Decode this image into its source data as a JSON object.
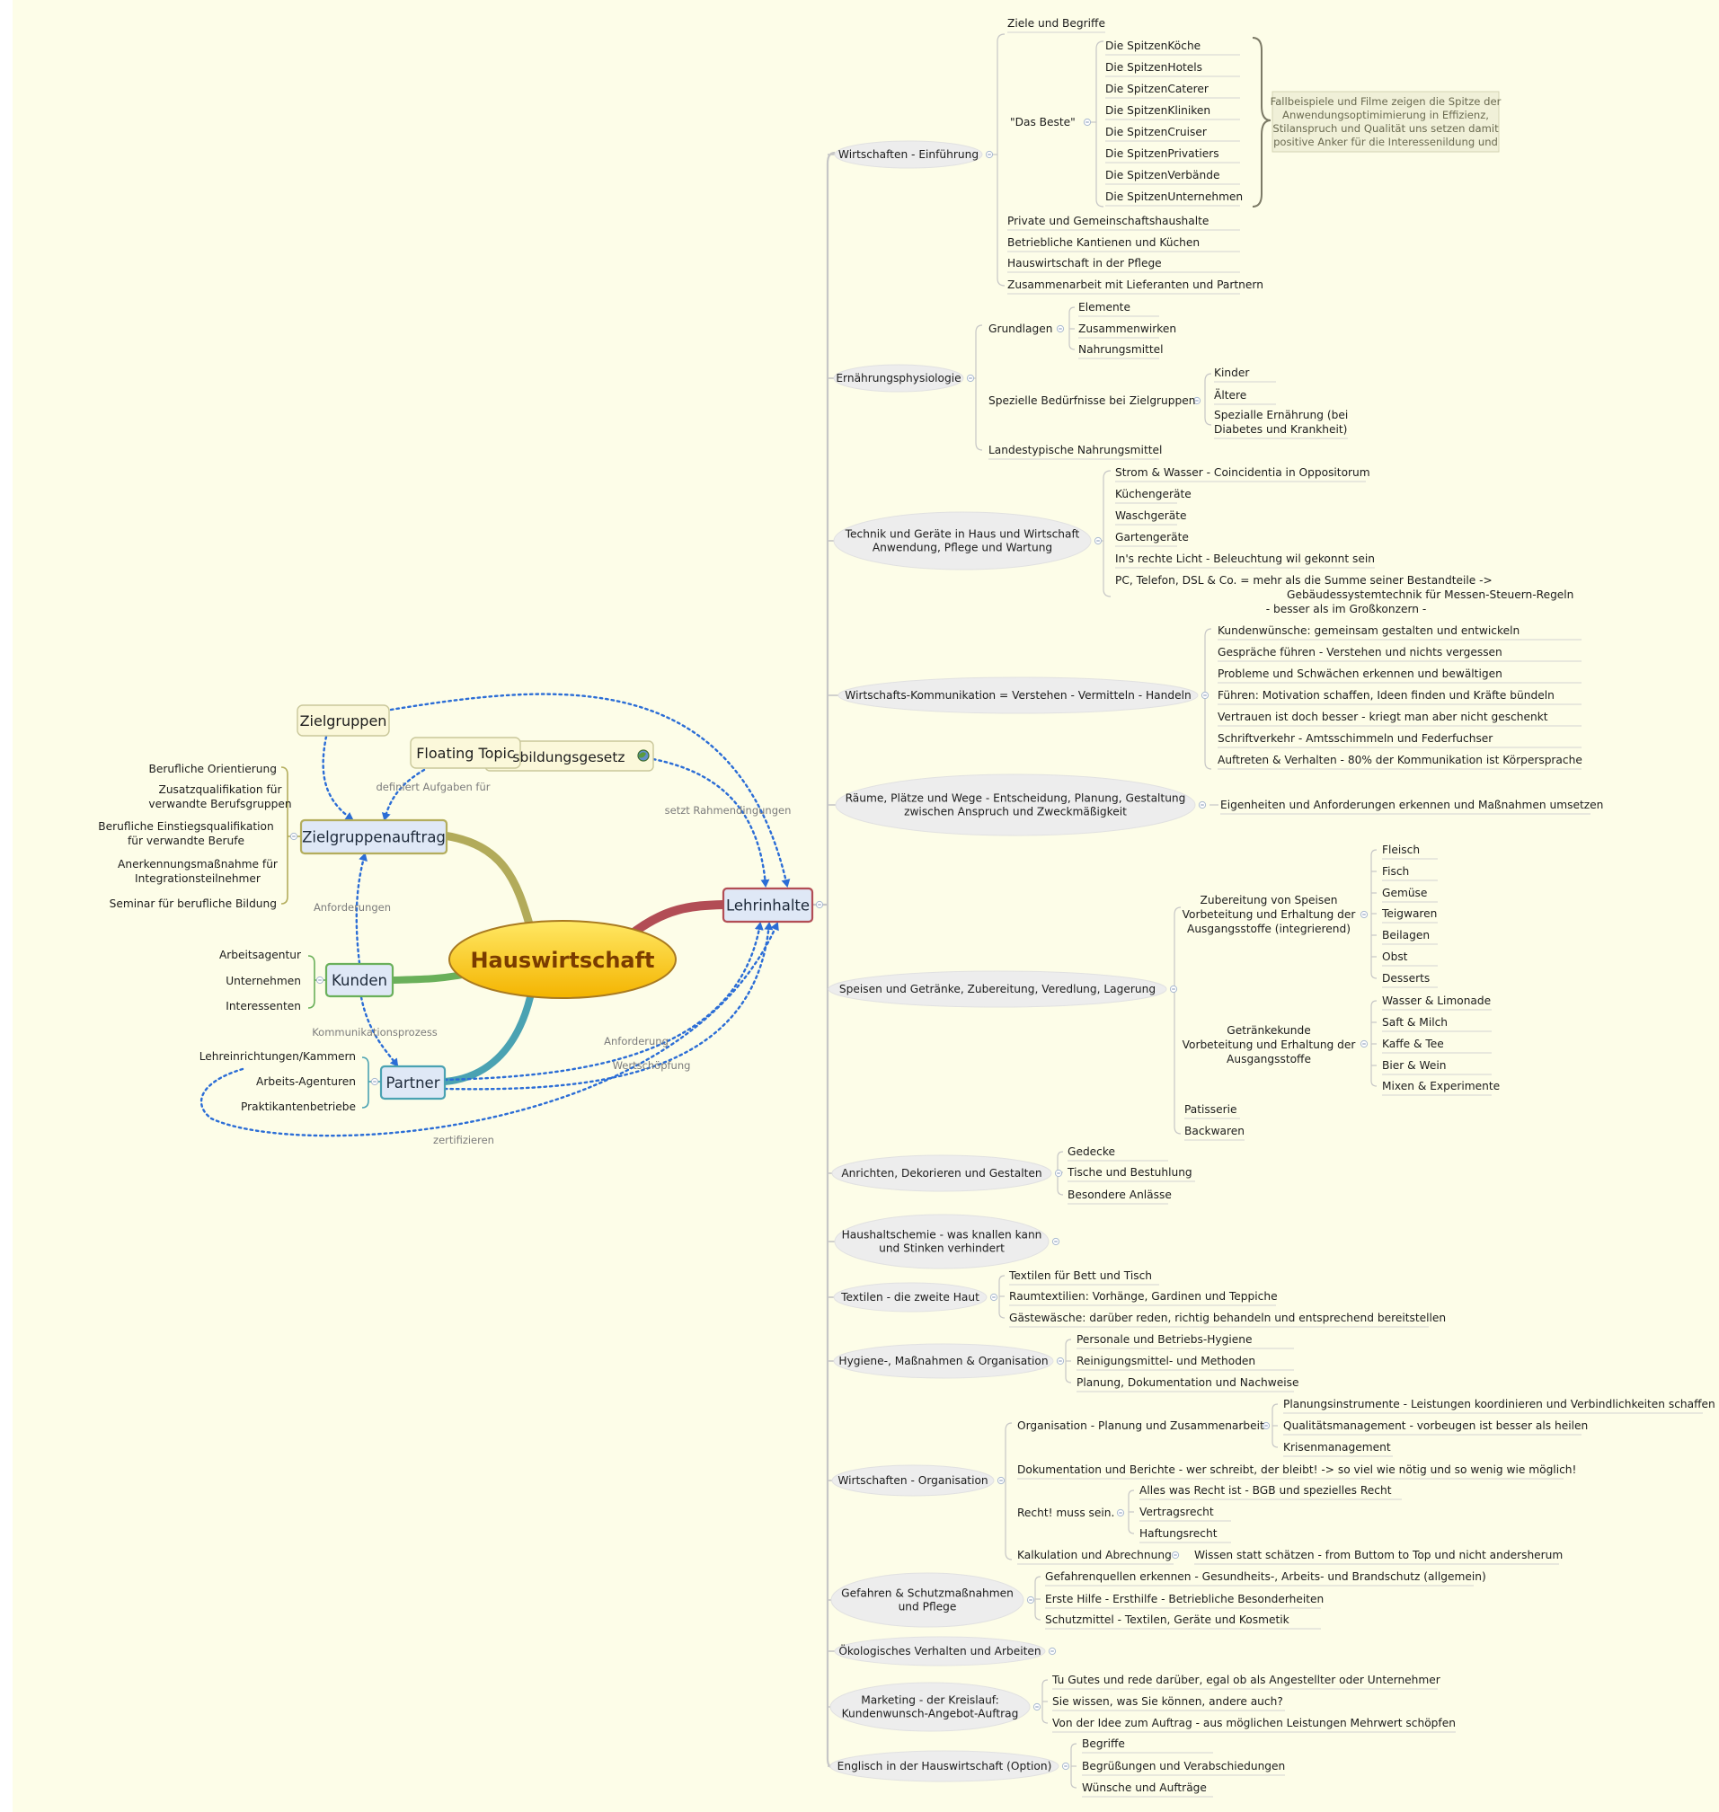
{
  "colors": {
    "background": "#fdfde8",
    "branch_line": "#c6c6c6",
    "topic_fill": "#ededed",
    "dotted_relation": "#2b6dd6",
    "central_fill_top": "#ffe14d",
    "central_fill_bottom": "#f5b800",
    "central_text": "#7a3c00",
    "lehrinhalte_border": "#b04a52",
    "zielgruppen_border": "#b3ad5c",
    "kunden_border": "#6ab05a",
    "partner_border": "#4aa2b2"
  },
  "central": {
    "label": "Hauswirtschaft"
  },
  "main_topics": {
    "lehrinhalte": "Lehrinhalte",
    "zielgruppenauftrag": "Zielgruppenauftrag",
    "kunden": "Kunden",
    "partner": "Partner"
  },
  "floating": {
    "zielgruppen": "Zielgruppen",
    "floating_topic": "Floating Topic",
    "bildungsgesetz": "sbildungsgesetz",
    "bildungsgesetz_icon": "globe-icon"
  },
  "relations": {
    "definiert": "definiert Aufgaben für",
    "setzt": "setzt Rahmendingungen",
    "anforderungen_left": "Anforderungen",
    "kommunikation": "Kommunikationsprozess",
    "anforderung_right": "Anforderung",
    "wertschoepfung": "Wertschöpfung",
    "zertifizieren": "zertifizieren"
  },
  "zielgruppenauftrag_items": [
    [
      "Berufliche Orientierung"
    ],
    [
      "Zusatzqualifikation für",
      "verwandte Berufsgruppen"
    ],
    [
      "Berufliche Einstiegsqualifikation",
      "für verwandte Berufe"
    ],
    [
      "Anerkennungsmaßnahme für",
      "Integrationsteilnehmer"
    ],
    [
      "Seminar für berufliche Bildung"
    ]
  ],
  "kunden_items": [
    "Arbeitsagentur",
    "Unternehmen",
    "Interessenten"
  ],
  "partner_items": [
    "Lehreinrichtungen/Kammern",
    "Arbeits-Agenturen",
    "Praktikantenbetriebe"
  ],
  "lehrinhalte_topics": [
    {
      "label": [
        "Wirtschaften - Einführung"
      ]
    },
    {
      "label": [
        "Ernährungsphysiologie"
      ]
    },
    {
      "label": [
        "Technik und Geräte in Haus und Wirtschaft",
        "Anwendung, Pflege und Wartung"
      ]
    },
    {
      "label": [
        "Wirtschafts-Kommunikation = Verstehen - Vermitteln - Handeln"
      ]
    },
    {
      "label": [
        "Räume, Plätze und Wege - Entscheidung, Planung, Gestaltung",
        "zwischen Anspruch und Zweckmäßigkeit"
      ]
    },
    {
      "label": [
        "Speisen und Getränke, Zubereitung, Veredlung, Lagerung"
      ]
    },
    {
      "label": [
        "Anrichten, Dekorieren und Gestalten"
      ]
    },
    {
      "label": [
        "Haushaltschemie - was knallen kann",
        "und Stinken verhindert"
      ]
    },
    {
      "label": [
        "Textilen - die zweite Haut"
      ]
    },
    {
      "label": [
        "Hygiene-, Maßnahmen & Organisation"
      ]
    },
    {
      "label": [
        "Wirtschaften - Organisation"
      ]
    },
    {
      "label": [
        "Gefahren & Schutzmaßnahmen",
        "und Pflege"
      ]
    },
    {
      "label": [
        "Ökologisches Verhalten und Arbeiten"
      ]
    },
    {
      "label": [
        "Marketing - der Kreislauf:",
        "Kundenwunsch-Angebot-Auftrag"
      ]
    },
    {
      "label": [
        "Englisch in der Hauswirtschaft (Option)"
      ]
    }
  ],
  "wirtschaften_einfuehrung": {
    "ziele": "Ziele und Begriffe",
    "das_beste": "\"Das Beste\"",
    "beste_items": [
      "Die SpitzenKöche",
      "Die SpitzenHotels",
      "Die SpitzenCaterer",
      "Die SpitzenKliniken",
      "Die SpitzenCruiser",
      "Die SpitzenPrivatiers",
      "Die SpitzenVerbände",
      "Die SpitzenUnternehmen"
    ],
    "summary_note": [
      "Fallbeispiele und Filme zeigen die Spitze der",
      "Anwendungsoptimimierung in Effizienz,",
      "Stilanspruch und Qualität uns setzen damit",
      "positive Anker für die Interessenildung und"
    ],
    "rest": [
      "Private und Gemeinschaftshaushalte",
      "Betriebliche Kantienen und Küchen",
      "Hauswirtschaft in der Pflege",
      "Zusammenarbeit mit Lieferanten und Partnern"
    ]
  },
  "ernaehrung": {
    "grundlagen": "Grundlagen",
    "grundlagen_items": [
      "Elemente",
      "Zusammenwirken",
      "Nahrungsmittel"
    ],
    "bedarf": "Spezielle Bedürfnisse bei Zielgruppen",
    "bedarf_items": [
      [
        "Kinder"
      ],
      [
        "Ältere"
      ],
      [
        "Spezialle Ernährung (bei",
        "Diabetes und Krankheit)"
      ]
    ],
    "landes": "Landestypische Nahrungsmittel"
  },
  "technik_items": [
    [
      "Strom & Wasser - Coincidentia in Oppositorum"
    ],
    [
      "Küchengeräte"
    ],
    [
      "Waschgeräte"
    ],
    [
      "Gartengeräte"
    ],
    [
      "In's rechte Licht - Beleuchtung wil gekonnt sein"
    ],
    [
      "PC, Telefon, DSL & Co. =  mehr als die Summe seiner Bestandteile ->",
      "Gebäudessystemtechnik für Messen-Steuern-Regeln",
      "- besser als im Großkonzern -"
    ]
  ],
  "kommunikation_items": [
    "Kundenwünsche: gemeinsam gestalten und entwickeln",
    "Gespräche führen - Verstehen und nichts  vergessen",
    "Probleme und Schwächen erkennen und bewältigen",
    "Führen: Motivation schaffen, Ideen finden und Kräfte bündeln",
    "Vertrauen ist doch besser - kriegt man aber nicht geschenkt",
    "Schriftverkehr - Amtsschimmeln und Federfuchser",
    "Auftreten & Verhalten -  80% der Kommunikation ist Körpersprache"
  ],
  "raeume_item": "Eigenheiten und Anforderungen erkennen und Maßnahmen umsetzen",
  "speisen": {
    "zubereitung": [
      "Zubereitung von Speisen",
      "Vorbeteitung und Erhaltung der",
      "Ausgangsstoffe (integrierend)"
    ],
    "zubereitung_items": [
      "Fleisch",
      "Fisch",
      "Gemüse",
      "Teigwaren",
      "Beilagen",
      "Obst",
      "Desserts"
    ],
    "getraenke": [
      "Getränkekunde",
      "Vorbeteitung und Erhaltung der",
      "Ausgangsstoffe"
    ],
    "getraenke_items": [
      "Wasser & Limonade",
      "Saft & Milch",
      "Kaffe & Tee",
      "Bier & Wein",
      "Mixen & Experimente"
    ],
    "rest": [
      "Patisserie",
      "Backwaren"
    ]
  },
  "anrichten_items": [
    "Gedecke",
    "Tische und Bestuhlung",
    "Besondere Anlässe"
  ],
  "textilen_items": [
    "Textilen für Bett und Tisch",
    "Raumtextilien:  Vorhänge, Gardinen und Teppiche",
    "Gästewäsche: darüber reden, richtig behandeln und entsprechend bereitstellen"
  ],
  "hygiene_items": [
    "Personale und Betriebs-Hygiene",
    "Reinigungsmittel- und Methoden",
    "Planung, Dokumentation und Nachweise"
  ],
  "organisation": {
    "org": "Organisation - Planung und Zusammenarbeit",
    "org_items": [
      "Planungsinstrumente - Leistungen koordinieren und Verbindlichkeiten schaffen",
      "Qualitätsmanagement - vorbeugen ist besser als heilen",
      "Krisenmanagement"
    ],
    "doku": "Dokumentation und Berichte - wer schreibt, der bleibt! -> so viel wie nötig und so wenig wie möglich!",
    "recht": "Recht! muss sein.",
    "recht_items": [
      "Alles was Recht ist - BGB und spezielles Recht",
      "Vertragsrecht",
      "Haftungsrecht"
    ],
    "kalk": "Kalkulation und Abrechnung",
    "kalk_item": "Wissen statt schätzen - from Buttom to Top und nicht andersherum"
  },
  "gefahren_items": [
    "Gefahrenquellen erkennen - Gesundheits-, Arbeits- und Brandschutz (allgemein)",
    "Erste Hilfe - Ersthilfe - Betriebliche Besonderheiten",
    "Schutzmittel - Textilen, Geräte und Kosmetik"
  ],
  "marketing_items": [
    "Tu Gutes und rede darüber, egal ob als Angestellter oder Unternehmer",
    "Sie wissen, was Sie können, andere auch?",
    "Von der Idee zum Auftrag - aus möglichen Leistungen Mehrwert schöpfen"
  ],
  "englisch_items": [
    "Begriffe",
    "Begrüßungen  und Verabschiedungen",
    "Wünsche und Aufträge"
  ]
}
